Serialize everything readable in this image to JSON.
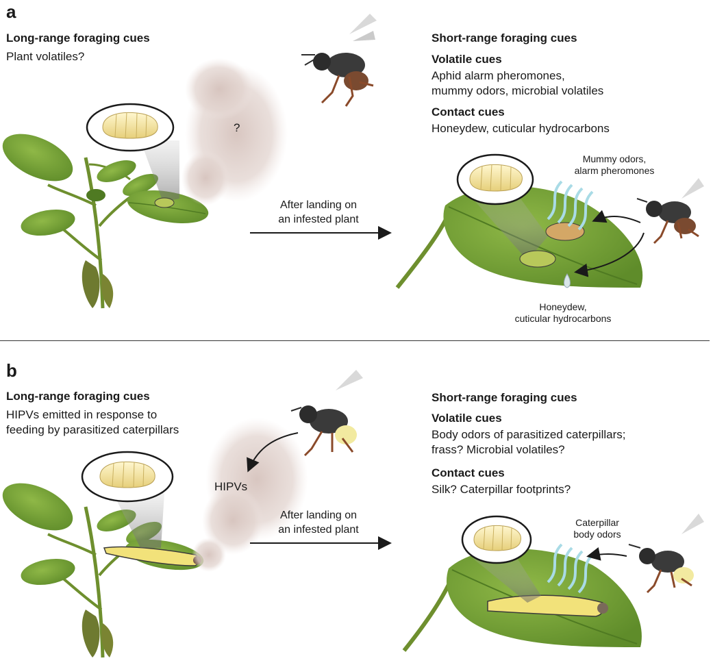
{
  "panel_a": {
    "letter": "a",
    "long_range": {
      "heading": "Long-range foraging cues",
      "text": "Plant volatiles?"
    },
    "plume_label": "?",
    "arrow_label": [
      "After landing on",
      "an infested plant"
    ],
    "short_range": {
      "heading": "Short-range foraging cues",
      "volatile_heading": "Volatile cues",
      "volatile_text": [
        "Aphid alarm pheromones,",
        "mummy odors, microbial volatiles"
      ],
      "contact_heading": "Contact cues",
      "contact_text": "Honeydew, cuticular hydrocarbons"
    },
    "odor_label": [
      "Mummy odors,",
      "alarm pheromones"
    ],
    "contact_label": [
      "Honeydew,",
      "cuticular hydrocarbons"
    ]
  },
  "panel_b": {
    "letter": "b",
    "long_range": {
      "heading": "Long-range foraging cues",
      "text": [
        "HIPVs emitted in response to",
        "feeding by parasitized caterpillars"
      ]
    },
    "plume_label": "HIPVs",
    "arrow_label": [
      "After landing on",
      "an infested plant"
    ],
    "short_range": {
      "heading": "Short-range foraging cues",
      "volatile_heading": "Volatile cues",
      "volatile_text": [
        "Body odors of parasitized caterpillars;",
        "frass? Microbial volatiles?"
      ],
      "contact_heading": "Contact cues",
      "contact_text": "Silk? Caterpillar footprints?"
    },
    "odor_label": [
      "Caterpillar",
      "body odors"
    ]
  },
  "colors": {
    "leaf": "#7aa33a",
    "leaf_dark": "#4f7a22",
    "plume": "#d9c8c2",
    "larva": "#f0e2a0",
    "odor_lines": "#a9dbe6",
    "wasp_body": "#3a3a3a",
    "wasp_legs": "#8a4a2a"
  }
}
